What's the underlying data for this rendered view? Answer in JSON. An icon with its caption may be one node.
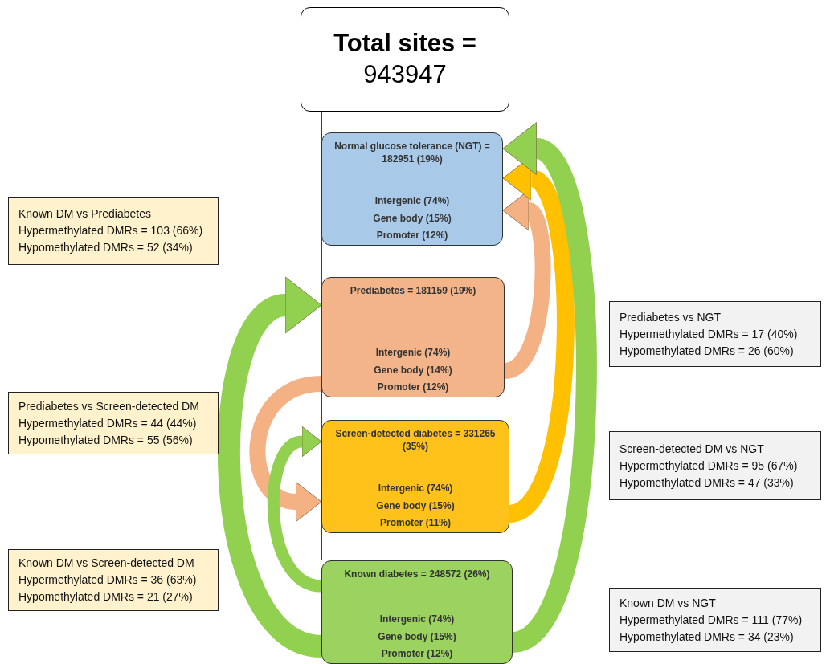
{
  "diagram": {
    "nodes": [
      {
        "text": [
          "Total sites =",
          "943947"
        ]
      },
      {
        "text": [
          "Normal glucose tolerance (NGT) = 182951 (19%)",
          "Intergenic (74%)",
          "Gene body (15%)",
          "Promoter (12%)"
        ]
      },
      {
        "text": [
          "Prediabetes = 181159 (19%)",
          "Intergenic (74%)",
          "Gene body (14%)",
          "Promoter (12%)"
        ]
      },
      {
        "text": [
          "Screen-detected diabetes = 331265 (35%)",
          "Intergenic (74%)",
          "Gene body (15%)",
          "Promoter (11%)"
        ]
      },
      {
        "text": [
          "Known diabetes = 248572 (26%)",
          "Intergenic (74%)",
          "Gene body (15%)",
          "Promoter (12%)"
        ]
      },
      {
        "text": [
          "Known DM vs Prediabetes",
          "Hypermethylated DMRs = 103 (66%)",
          "Hypomethylated DMRs = 52 (34%)"
        ]
      },
      {
        "text": [
          "Prediabetes vs NGT",
          "Hypermethylated DMRs = 17 (40%)",
          "Hypomethylated DMRs = 26 (60%)"
        ]
      },
      {
        "text": [
          "Prediabetes vs Screen-detected DM",
          "Hypermethylated DMRs = 44 (44%)",
          "Hypomethylated DMRs = 55 (56%)"
        ]
      },
      {
        "text": [
          "Screen-detected DM vs NGT",
          "Hypermethylated DMRs = 95 (67%)",
          "Hypomethylated DMRs = 47 (33%)"
        ]
      },
      {
        "text": [
          "Known DM vs Screen-detected DM",
          "Hypermethylated DMRs = 36 (63%)",
          "Hypomethylated DMRs = 21 (27%)"
        ]
      },
      {
        "text": [
          "Known DM vs NGT",
          "Hypermethylated DMRs = 111 (77%)",
          "Hypomethylated DMRs = 34 (23%)"
        ]
      }
    ],
    "edges": [
      {
        "from": 0,
        "to": 4,
        "arrow": "none",
        "color": "#000000"
      },
      {
        "from": 4,
        "to": 2,
        "arrow": "to",
        "color": "#92d050"
      },
      {
        "from": 2,
        "to": 3,
        "arrow": "to",
        "color": "#f4b183"
      },
      {
        "from": 4,
        "to": 3,
        "arrow": "to",
        "color": "#92d050"
      },
      {
        "from": 2,
        "to": 1,
        "arrow": "to",
        "color": "#f4b183"
      },
      {
        "from": 3,
        "to": 1,
        "arrow": "to",
        "color": "#ffc000"
      },
      {
        "from": 4,
        "to": 1,
        "arrow": "to",
        "color": "#92d050"
      }
    ]
  }
}
